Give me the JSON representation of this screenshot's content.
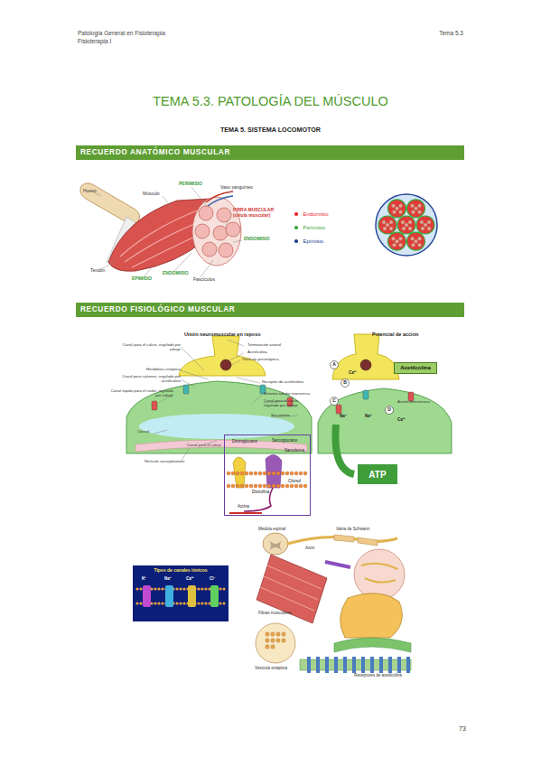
{
  "diagram": {
    "title": "TEMA 5.3. PATOLOGÍA DEL MÚSCULO",
    "nodes": [
      {
        "text": [
          "RECUERDO ANATÓMICO MUSCULAR"
        ]
      },
      {
        "text": [
          "RECUERDO FISIOLÓGICO MUSCULAR"
        ]
      },
      {
        "text": [
          "Acetilcolina"
        ]
      },
      {
        "text": [
          "ATP"
        ]
      },
      {
        "text": [
          "Distroglucano",
          "Sarcoglucano",
          "Sarcolema",
          "Citosol",
          "Distrofina",
          "Actina"
        ]
      },
      {
        "text": [
          "Tipos de canales iónicos"
        ]
      }
    ],
    "labels": [
      "Patología General en Fisioterapia",
      "Fisioterapia I",
      "Tema 5.3",
      "TEMA 5. SISTEMA LOCOMOTOR",
      "Hueso",
      "Músculo",
      "PERIMISIO",
      "Vaso sanguíneo",
      "FIBRA MUSCULAR (célula muscular)",
      "ENDOMISIO",
      "Tendón",
      "EPIMISIO",
      "ENDOMISIO",
      "Fascículos",
      "Unión neuromuscular en reposo",
      "Terminación axonal",
      "Acetilcolina",
      "Vesícula presináptica",
      "Canal para el calcio, regulado por voltaje",
      "Hendidura sináptica",
      "Canal para cationes, regulado por acetilcolina",
      "Canal rápido para el sodio, regulado por voltaje",
      "Receptor de acetilcolina",
      "Sistema tubular transverso",
      "Canal para el calcio, regulado por voltaje",
      "Sarcolema",
      "Citosol",
      "Canal para el calcio",
      "Retículo sarcoplásmico",
      "Potencial de acción",
      "A",
      "B",
      "C",
      "D",
      "Ca²⁺",
      "Na⁺",
      "Na⁺",
      "Ca²⁺",
      "Acetilcolinesterasa",
      "K⁺",
      "Na⁺",
      "Ca²⁺",
      "Cl⁻",
      "Médula espinal",
      "Vaina de Schwann",
      "Axón",
      "Fibras musculares",
      "Vesícula sináptica",
      "Receptores de acetilcolina",
      "73"
    ],
    "legend": [
      {
        "text": "Endomisio",
        "color": "#e8262b"
      },
      {
        "text": "Perimisio",
        "color": "#3aa63a"
      },
      {
        "text": "Epimisio",
        "color": "#1f3f8f"
      }
    ]
  }
}
